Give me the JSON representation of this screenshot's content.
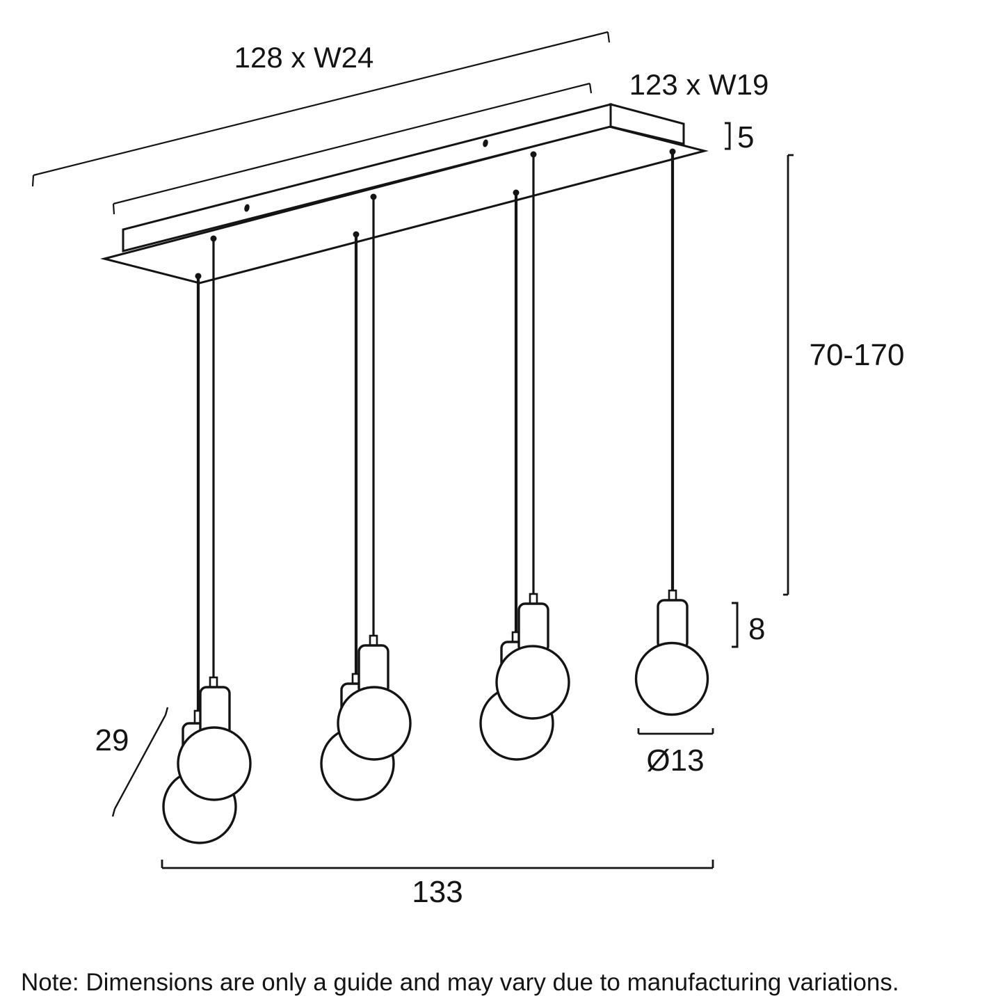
{
  "title": "Pendant light fixture dimension diagram",
  "colors": {
    "background": "#ffffff",
    "line": "#141414"
  },
  "dimensions": {
    "canopy_outer": "128 x W24",
    "canopy_inner": "123 x W19",
    "canopy_thickness": "5",
    "suspension_range": "70-170",
    "socket_height": "8",
    "shade_diameter": "Ø13",
    "overall_length": "133",
    "cluster_spread": "29"
  },
  "note": "Note: Dimensions are only a guide and may vary due to manufacturing variations.",
  "figure": {
    "type": "line-drawing",
    "pendant_count": 7,
    "cord_count": 7,
    "clusters": [
      2,
      2,
      2,
      1
    ],
    "parts": [
      "ceiling canopy plate",
      "mounting box",
      "suspension cords",
      "lamp sockets",
      "globe shades"
    ]
  }
}
